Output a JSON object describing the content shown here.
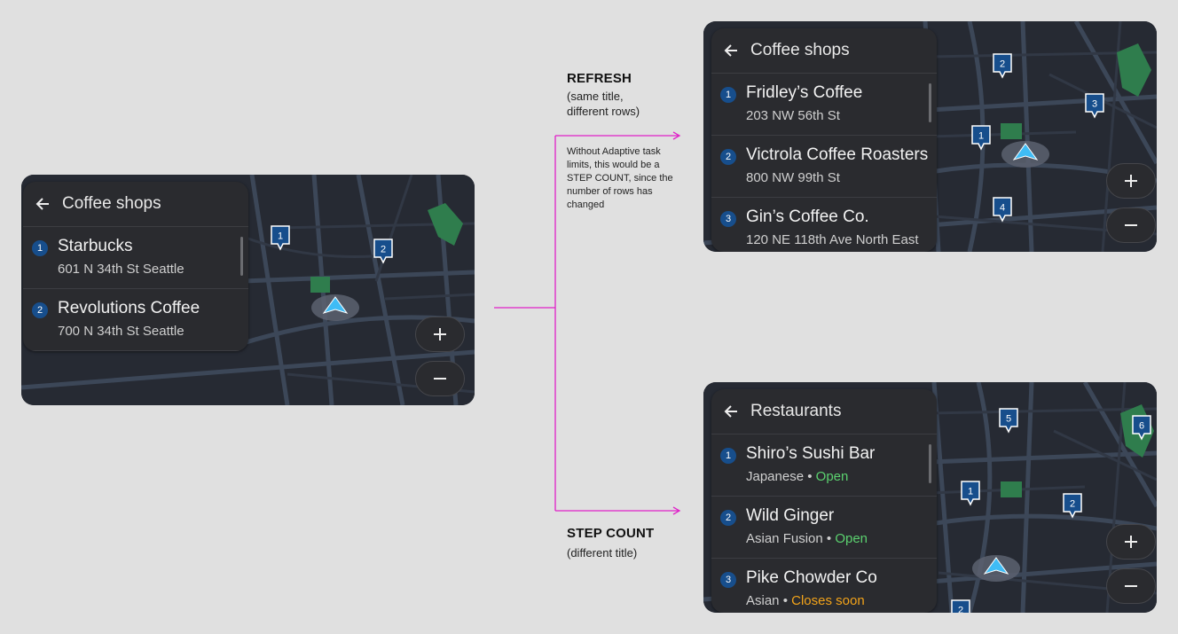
{
  "screens": {
    "source": {
      "title": "Coffee shops",
      "rows": [
        {
          "num": "1",
          "title": "Starbucks",
          "sub": "601 N 34th St Seattle"
        },
        {
          "num": "2",
          "title": "Revolutions Coffee",
          "sub": "700 N 34th St Seattle"
        }
      ],
      "pins": [
        "1",
        "2"
      ]
    },
    "refresh": {
      "title": "Coffee shops",
      "rows": [
        {
          "num": "1",
          "title": "Fridley’s Coffee",
          "sub": "203 NW 56th St"
        },
        {
          "num": "2",
          "title": "Victrola Coffee Roasters",
          "sub": "800 NW 99th St"
        },
        {
          "num": "3",
          "title": "Gin’s Coffee Co.",
          "sub": "120 NE 118th Ave North East"
        }
      ],
      "pins": [
        "2",
        "3",
        "1",
        "4"
      ]
    },
    "step": {
      "title": "Restaurants",
      "rows": [
        {
          "num": "1",
          "title": "Shiro’s Sushi Bar",
          "sub": "Japanese",
          "sep": " • ",
          "status": "Open"
        },
        {
          "num": "2",
          "title": "Wild Ginger",
          "sub": "Asian Fusion",
          "sep": " • ",
          "status": "Open"
        },
        {
          "num": "3",
          "title": "Pike Chowder Co",
          "sub": "Asian",
          "sep": " • ",
          "status": "Closes soon"
        }
      ],
      "pins": [
        "5",
        "6",
        "1",
        "2",
        "2"
      ]
    }
  },
  "annotations": {
    "refresh": {
      "title": "REFRESH",
      "sub_line1": "(same title,",
      "sub_line2": "different rows)",
      "note_lines": [
        "Without Adaptive task",
        "limits, this would be a",
        "STEP COUNT, since the",
        "number of rows has",
        "changed"
      ]
    },
    "step": {
      "title": "STEP COUNT",
      "sub": "(different title)"
    }
  },
  "colors": {
    "connector": "#e020c8",
    "open": "#5bd16f",
    "closes_soon": "#f2a31a",
    "badge": "#174e8c",
    "nav_arrow": "#3fbcf5",
    "park": "#2f7d4d"
  },
  "icons": [
    "back-arrow-icon",
    "plus-icon",
    "minus-icon",
    "map-pin-icon",
    "navigation-arrow-icon"
  ]
}
